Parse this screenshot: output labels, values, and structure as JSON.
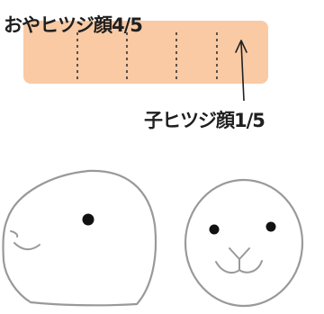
{
  "labels": {
    "parent": "おやヒツジ顔4/5",
    "child": "子ヒツジ顔1/5"
  },
  "bar": {
    "fill_color": "#f8c49a",
    "divisions": 5
  },
  "colors": {
    "outline": "#999999",
    "eye": "#111111",
    "text": "#1f1f1f"
  },
  "icons": [
    "arrow-up-icon",
    "adult-sheep-face-icon",
    "lamb-face-icon"
  ]
}
